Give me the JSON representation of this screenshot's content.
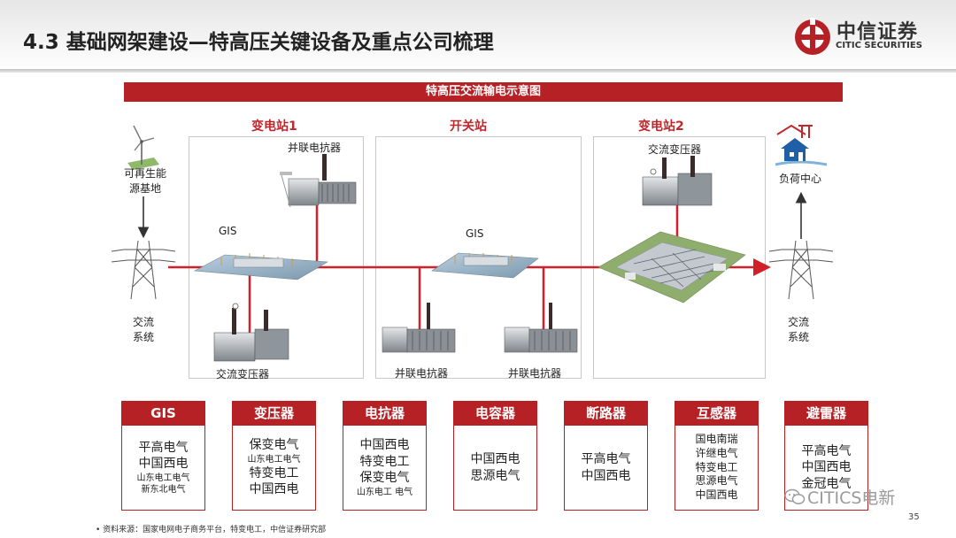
{
  "header": {
    "title": "4.3 基础网架建设—特高压关键设备及重点公司梳理",
    "logo_cn": "中信证券",
    "logo_en": "CITIC SECURITIES"
  },
  "diagram": {
    "banner": "特高压交流输电示意图",
    "stations": {
      "substation1": "变电站1",
      "switching": "开关站",
      "substation2": "变电站2"
    },
    "labels": {
      "renewable_line1": "可再生能",
      "renewable_line2": "源基地",
      "ac_left_line1": "交流",
      "ac_left_line2": "系统",
      "ac_right_line1": "交流",
      "ac_right_line2": "系统",
      "load_center": "负荷中心",
      "s1_reactor": "并联电抗器",
      "s1_gis": "GIS",
      "s1_transformer": "交流变压器",
      "sw_gis": "GIS",
      "sw_reactor_left": "并联电抗器",
      "sw_reactor_right": "并联电抗器",
      "s2_transformer": "交流变压器"
    }
  },
  "categories": [
    {
      "title": "GIS",
      "companies": [
        {
          "name": "平高电气",
          "size": "big"
        },
        {
          "name": "中国西电",
          "size": "big"
        },
        {
          "name": "山东电工电气",
          "size": "small"
        },
        {
          "name": "新东北电气",
          "size": "small"
        }
      ]
    },
    {
      "title": "变压器",
      "companies": [
        {
          "name": "保变电气",
          "size": "big"
        },
        {
          "name": "山东电工电气",
          "size": "small"
        },
        {
          "name": "特变电工",
          "size": "big"
        },
        {
          "name": "中国西电",
          "size": "big"
        }
      ]
    },
    {
      "title": "电抗器",
      "companies": [
        {
          "name": "中国西电",
          "size": "big"
        },
        {
          "name": "特变电工",
          "size": "big"
        },
        {
          "name": "保变电气",
          "size": "big"
        },
        {
          "name": "山东电工 电气",
          "size": "small"
        }
      ]
    },
    {
      "title": "电容器",
      "companies": [
        {
          "name": "中国西电",
          "size": "big"
        },
        {
          "name": "思源电气",
          "size": "big"
        }
      ]
    },
    {
      "title": "断路器",
      "companies": [
        {
          "name": "平高电气",
          "size": "big"
        },
        {
          "name": "中国西电",
          "size": "big"
        }
      ]
    },
    {
      "title": "互感器",
      "companies": [
        {
          "name": "国电南瑞",
          "size": "mid"
        },
        {
          "name": "许继电气",
          "size": "mid"
        },
        {
          "name": "特变电工",
          "size": "mid"
        },
        {
          "name": "思源电气",
          "size": "mid"
        },
        {
          "name": "中国西电",
          "size": "mid"
        }
      ]
    },
    {
      "title": "避雷器",
      "companies": [
        {
          "name": "平高电气",
          "size": "big"
        },
        {
          "name": "中国西电",
          "size": "big"
        },
        {
          "name": "金冠电气",
          "size": "big"
        }
      ]
    }
  ],
  "footer": {
    "source": "• 资料来源：国家电网电子商务平台，特变电工，中信证券研究部",
    "watermark": "CITICS电新",
    "page_number": "35"
  },
  "colors": {
    "accent_red": "#b52125",
    "line_red": "#d0202a",
    "station_title_red": "#c0272d"
  }
}
